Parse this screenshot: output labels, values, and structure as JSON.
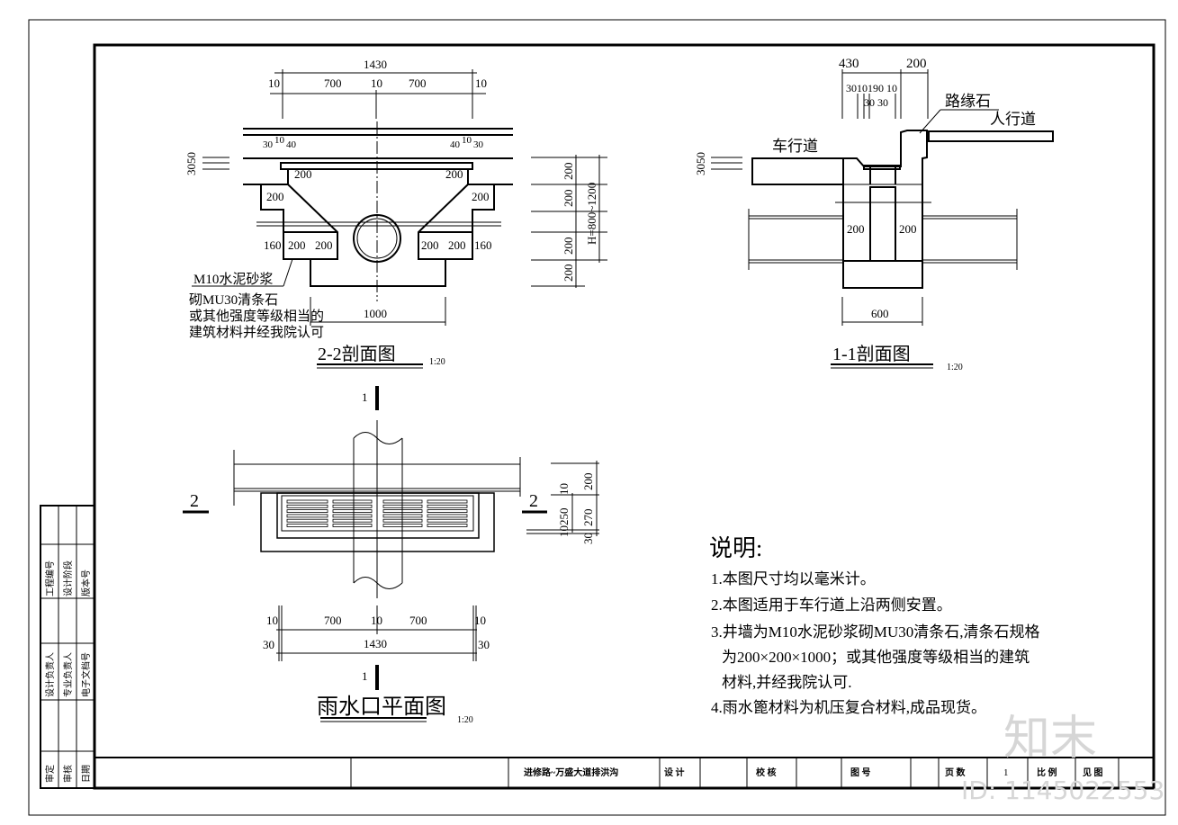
{
  "watermark": {
    "logo": "知末",
    "id": "ID: 1145022553"
  },
  "section22": {
    "title": "2-2剖面图",
    "scale": "1:20",
    "dims": {
      "total": "1430",
      "a": "10",
      "b": "700",
      "c": "10",
      "d": "700",
      "e": "10",
      "l1": "30",
      "l2": "10",
      "l3": "40",
      "r1": "40",
      "r2": "10",
      "r3": "30",
      "w1": "200",
      "w2": "200",
      "w3": "200",
      "w4": "200",
      "b1": "160",
      "b2": "200",
      "b3": "200",
      "b4": "200",
      "b5": "200",
      "b6": "160",
      "bottom": "1000",
      "left_v": "3050",
      "v1": "200",
      "v2": "200",
      "v3": "200",
      "v4": "200",
      "h": "H=800~1200"
    },
    "note": [
      "M10水泥砂浆",
      "砌MU30清条石",
      "或其他强度等级相当的",
      "建筑材料并经我院认可"
    ]
  },
  "section11": {
    "title": "1-1剖面图",
    "scale": "1:20",
    "dims": {
      "d430": "430",
      "d200": "200",
      "small_top": "3010190 10",
      "small_bot": "30  30",
      "left_v": "3050",
      "w1": "200",
      "w2": "200",
      "bottom": "600"
    },
    "labels": {
      "curb": "路缘石",
      "sidewalk": "人行道",
      "roadway": "车行道"
    }
  },
  "plan": {
    "title": "雨水口平面图",
    "scale": "1:20",
    "marks": {
      "sec1": "1",
      "sec2": "2"
    },
    "dims": {
      "a": "10",
      "b": "700",
      "c": "10",
      "d": "700",
      "e": "10",
      "l": "30",
      "total": "1430",
      "r": "30",
      "v200": "200",
      "v10a": "10",
      "v270": "270",
      "v10250": "10250",
      "v30": "30"
    }
  },
  "notes": {
    "heading": "说明:",
    "items": [
      "1.本图尺寸均以毫米计。",
      "2.本图适用于车行道上沿两侧安置。",
      "3.井墙为M10水泥砂浆砌MU30清条石,清条石规格",
      "为200×200×1000；或其他强度等级相当的建筑",
      "材料,并经我院认可.",
      "4.雨水篦材料为机压复合材料,成品现货。"
    ]
  },
  "title_block": {
    "project": "进修路~万盛大道排洪沟",
    "design": "设  计",
    "check": "校  核",
    "drawing_no": "图  号",
    "pages": "页  数",
    "page_value": "1",
    "scale": "比  例",
    "scale_value": "见  图"
  },
  "left_strip": {
    "row1": [
      "工程编号",
      "设计阶段",
      "版本号"
    ],
    "row2": [
      "设计负责人",
      "专业负责人",
      "电子文档号"
    ],
    "row3": [
      "审定",
      "审核",
      "日期"
    ]
  }
}
